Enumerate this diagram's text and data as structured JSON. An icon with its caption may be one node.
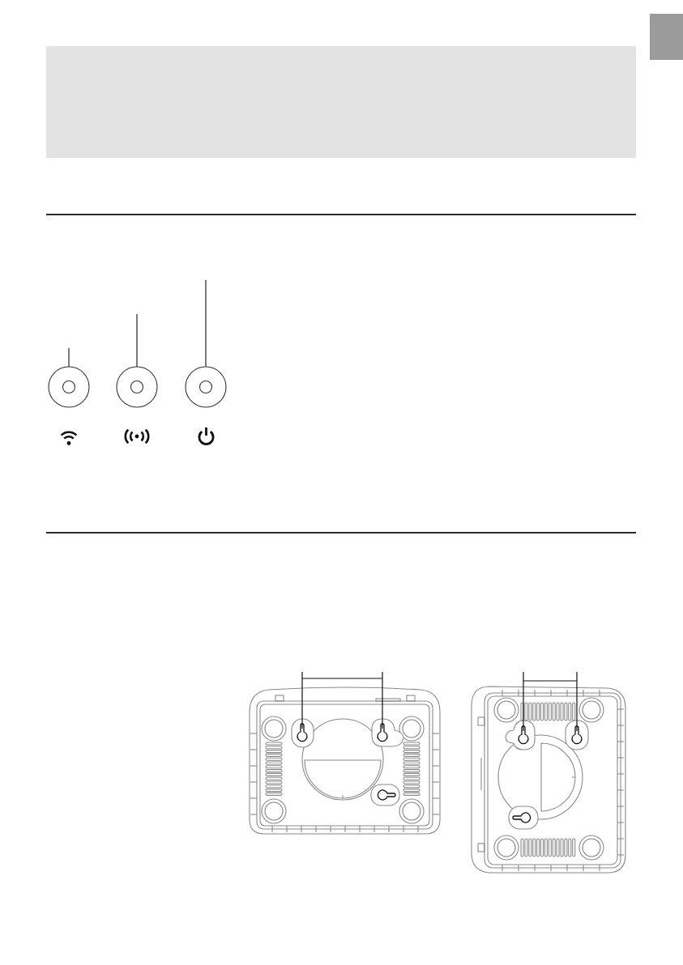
{
  "diagram": {
    "nodes": [
      {
        "text": [],
        "shape": "box"
      },
      {
        "text": [],
        "shape": "box"
      },
      {
        "text": [],
        "shape": "circle"
      },
      {
        "text": [],
        "shape": "circle"
      },
      {
        "text": [],
        "shape": "circle"
      }
    ],
    "edges": [
      {
        "from": null,
        "to": 2,
        "arrow": "none"
      },
      {
        "from": null,
        "to": 3,
        "arrow": "none"
      },
      {
        "from": null,
        "to": 4,
        "arrow": "none"
      }
    ]
  }
}
